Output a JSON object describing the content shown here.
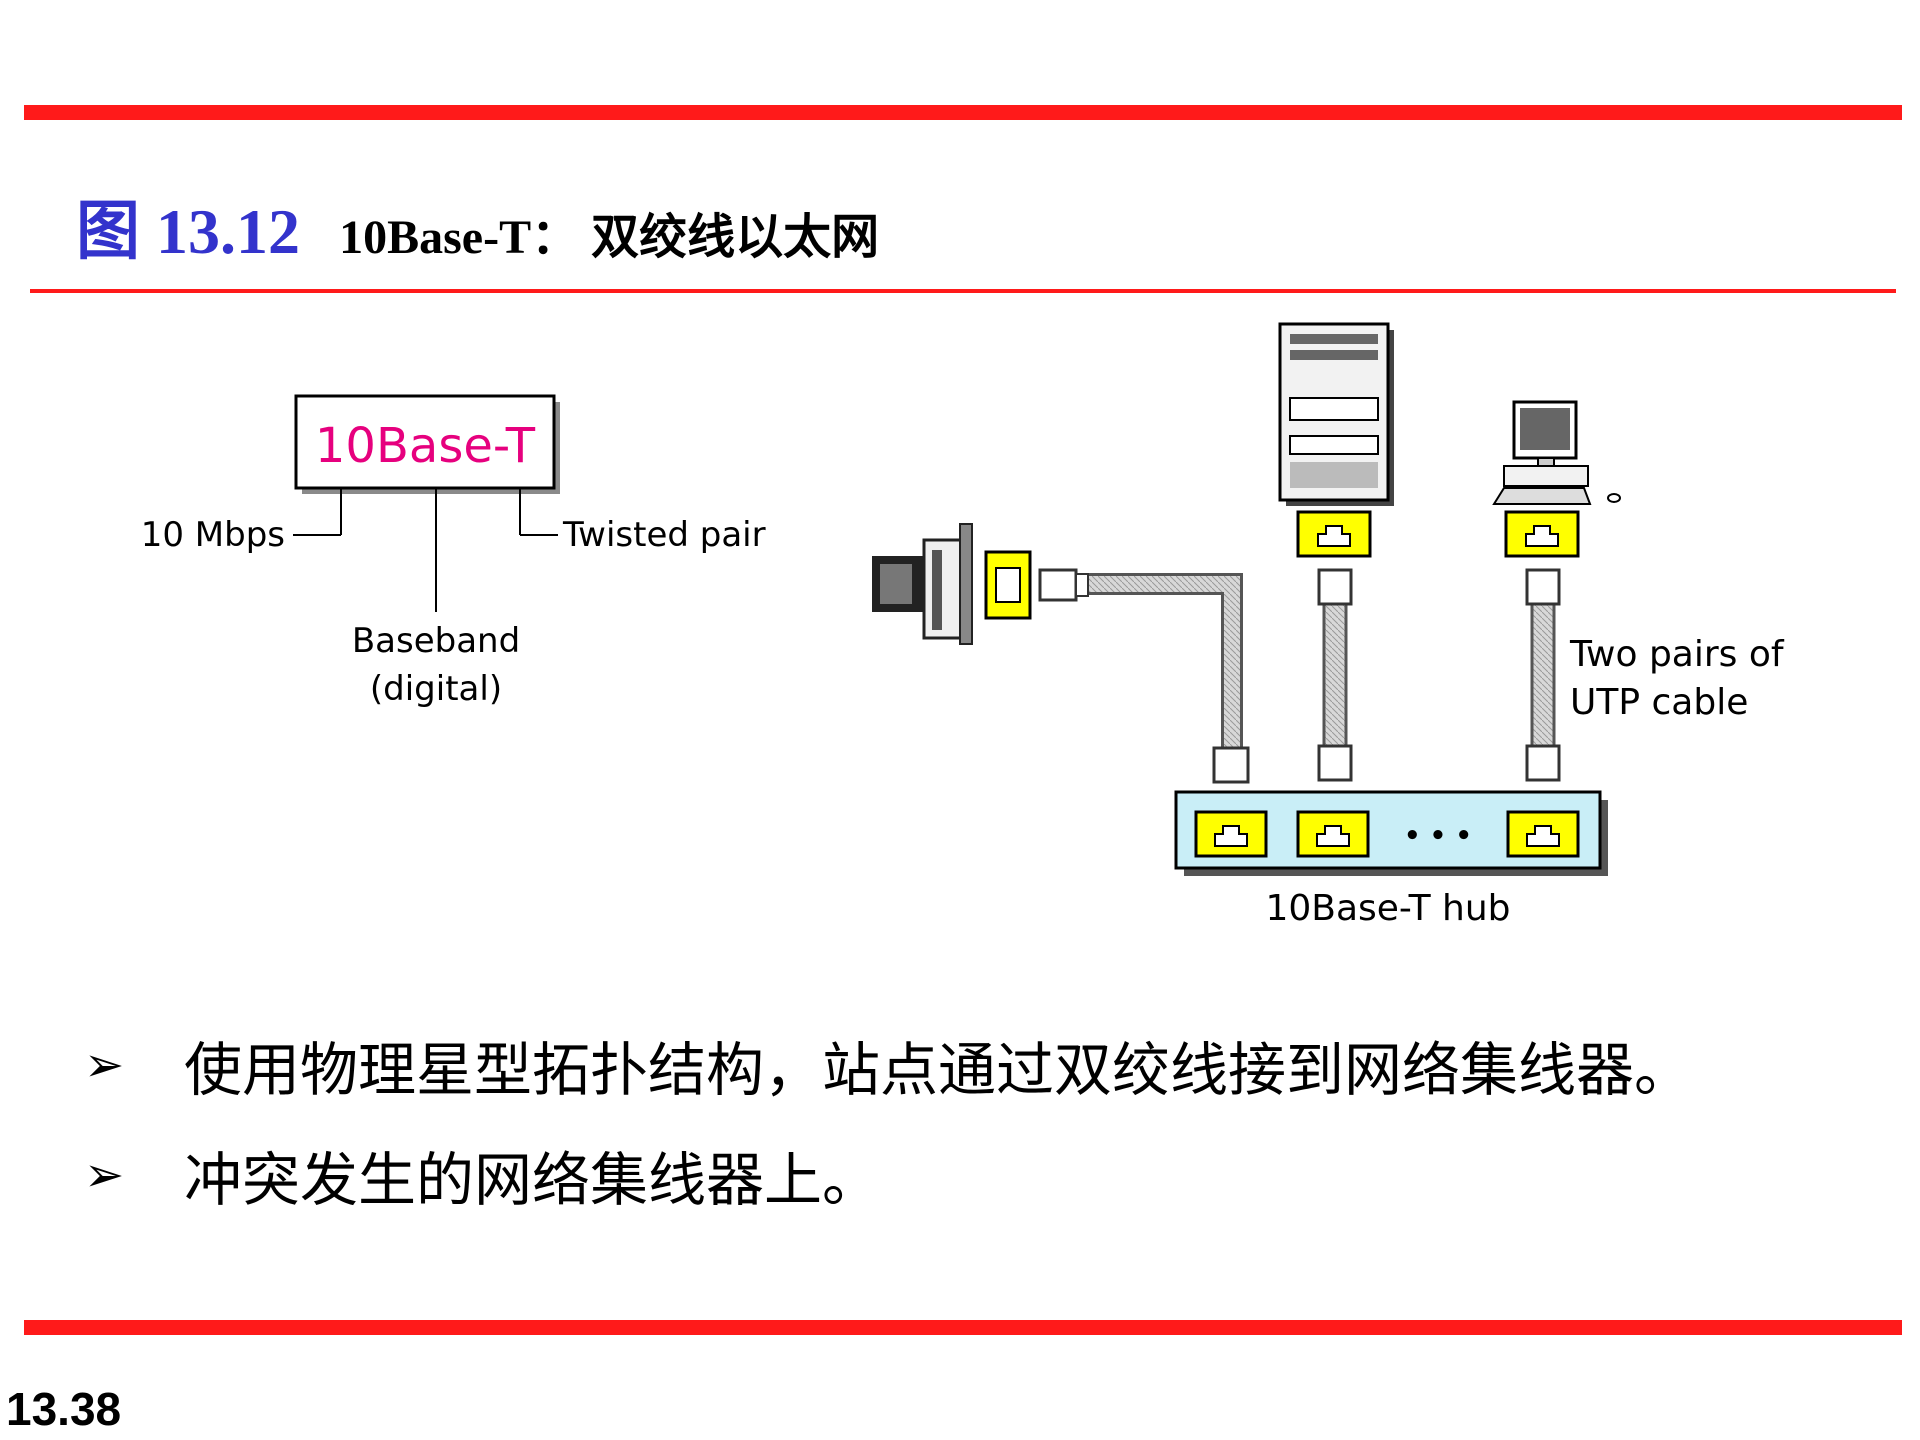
{
  "title": {
    "figure_label": "图 13.12",
    "text": "10Base-T： 双绞线以太网"
  },
  "diagram": {
    "name_box": "10Base-T",
    "label_rate": "10 Mbps",
    "label_medium": "Twisted pair",
    "label_signal_1": "Baseband",
    "label_signal_2": "(digital)",
    "cable_label_1": "Two pairs of",
    "cable_label_2": "UTP cable",
    "hub_ellipsis": "• • •",
    "hub_label": "10Base-T hub"
  },
  "bullets": [
    "使用物理星型拓扑结构，站点通过双绞线接到网络集线器。",
    "冲突发生的网络集线器上。"
  ],
  "bullet_marker": "➢",
  "page_number": "13.38",
  "colors": {
    "rule": "#ff1a1a",
    "figure_label": "#3333cc",
    "name_box_text": "#e6007e",
    "port": "#ffff00",
    "hub": "#c9eef7"
  }
}
